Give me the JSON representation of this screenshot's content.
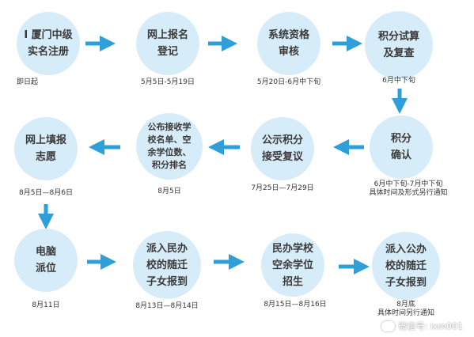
{
  "steps": [
    {
      "label": "I 厦门中级\n实名注册",
      "date": "即日起"
    },
    {
      "label": "网上报名\n登记",
      "date": "5月5日-5月19日"
    },
    {
      "label": "系统资格\n审核",
      "date": "5月20日-6月中下旬"
    },
    {
      "label": "积分试算\n及复查",
      "date": "6月中下旬"
    },
    {
      "label": "积分\n确认",
      "date": "6月中下旬-7月中下旬\n具体时间及形式另行通知"
    },
    {
      "label": "公示积分\n接受复议",
      "date": "7月25日—7月29日"
    },
    {
      "label": "公布接收学\n校名单、空\n余学位数、\n积分排名",
      "date": "8月5日"
    },
    {
      "label": "网上填报\n志愿",
      "date": "8月5日—8月6日"
    },
    {
      "label": "电脑\n派位",
      "date": "8月11日"
    },
    {
      "label": "派入民办\n校的随迁\n子女报到",
      "date": "8月13日—8月14日"
    },
    {
      "label": "民办学校\n空余学位\n招生",
      "date": "8月15日—8月16日"
    },
    {
      "label": "派入公办\n校的随迁\n子女报到",
      "date": "8月底\n具体时间另行通知"
    }
  ],
  "watermark": "微信号: ixm001",
  "colors": {
    "circle": "#d7ecf9",
    "arrow": "#2e9fd8",
    "text": "#3a3a3a"
  }
}
